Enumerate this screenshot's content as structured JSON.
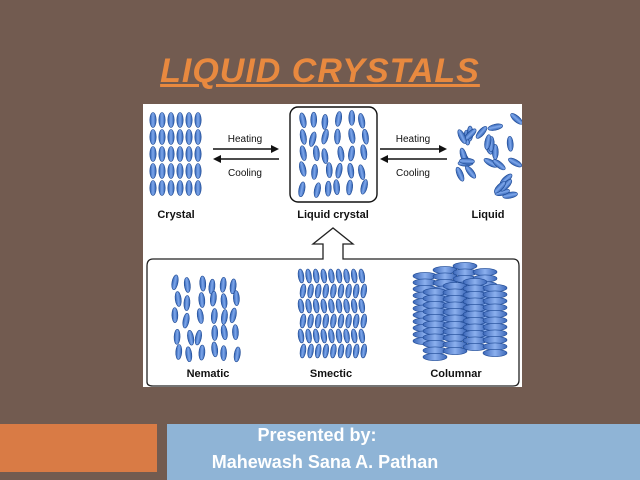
{
  "slide": {
    "title": "LIQUID CRYSTALS",
    "presented_by_label": "Presented by:",
    "presenter_name": "Mahewash Sana A. Pathan"
  },
  "figure": {
    "phases": {
      "crystal": "Crystal",
      "liquid_crystal": "Liquid crystal",
      "liquid": "Liquid"
    },
    "transitions": {
      "heating": "Heating",
      "cooling": "Cooling"
    },
    "types": {
      "nematic": "Nematic",
      "smectic": "Smectic",
      "columnar": "Columnar"
    }
  },
  "colors": {
    "background": "#725b50",
    "title": "#e8893f",
    "molecule": "#4a7fd0",
    "orange_bar": "#d97b45",
    "blue_bar": "#8fb4d6"
  }
}
